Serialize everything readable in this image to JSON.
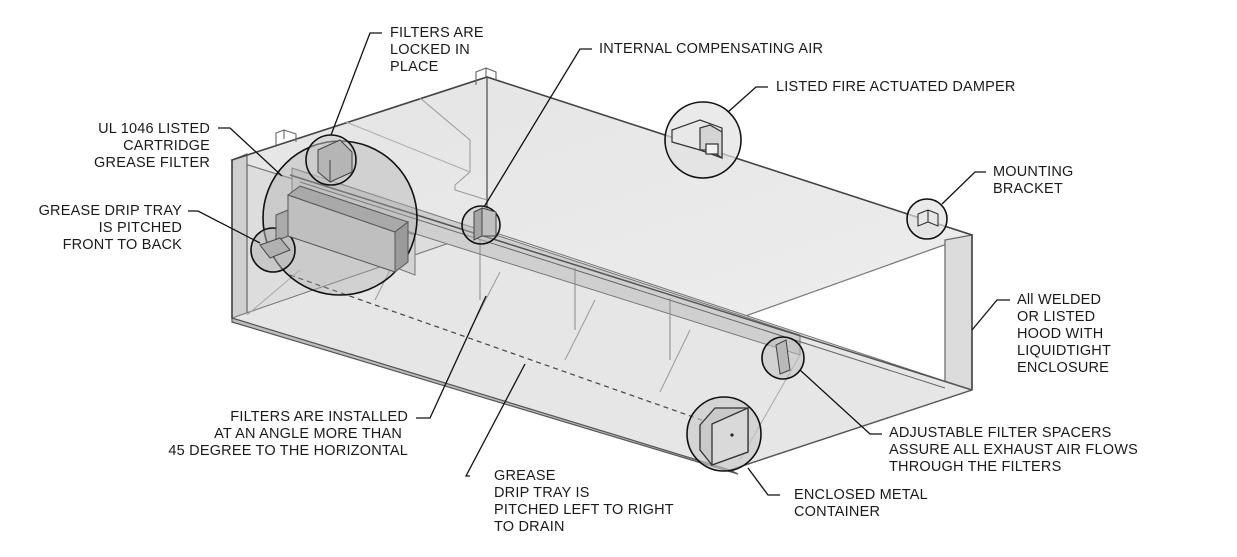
{
  "labels": {
    "filters_locked": [
      "FILTERS ARE",
      "LOCKED IN",
      "PLACE"
    ],
    "internal_air": [
      "INTERNAL COMPENSATING AIR"
    ],
    "fire_damper": [
      "LISTED FIRE ACTUATED DAMPER"
    ],
    "ul_filter": [
      "UL 1046 LISTED",
      "CARTRIDGE",
      "GREASE FILTER"
    ],
    "mounting_bracket": [
      "MOUNTING",
      "BRACKET"
    ],
    "drip_tray_front": [
      "GREASE DRIP TRAY",
      "IS PITCHED",
      "FRONT TO BACK"
    ],
    "welded_hood": [
      "All WELDED",
      "OR LISTED",
      "HOOD WITH",
      "LIQUIDTIGHT",
      "ENCLOSURE"
    ],
    "filters_angle": [
      "FILTERS ARE INSTALLED",
      "AT AN ANGLE MORE THAN",
      "45 DEGREE TO THE HORIZONTAL"
    ],
    "spacers": [
      "ADJUSTABLE FILTER SPACERS",
      "ASSURE ALL EXHAUST AIR FLOWS",
      "THROUGH THE FILTERS"
    ],
    "drip_tray_drain": [
      "GREASE",
      "DRIP TRAY IS",
      "PITCHED LEFT TO RIGHT",
      "TO DRAIN"
    ],
    "metal_container": [
      "ENCLOSED METAL",
      "CONTAINER"
    ]
  }
}
